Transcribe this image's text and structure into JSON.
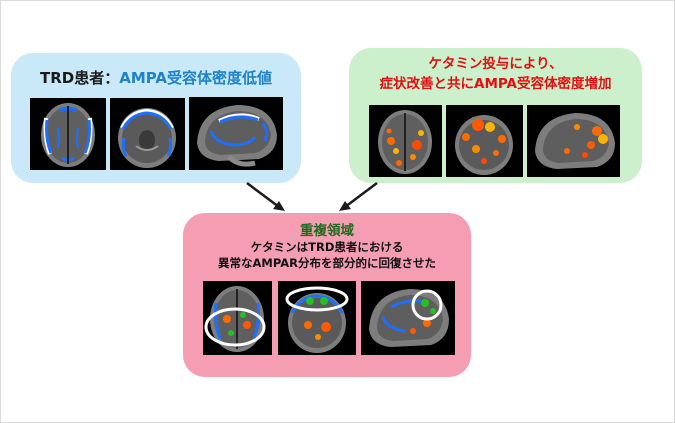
{
  "trd_panel": {
    "title_prefix": "TRD患者：",
    "title_main": "AMPA受容体密度低値",
    "title_color": "#1e82c8",
    "background": "#c9e9f8"
  },
  "ketamine_panel": {
    "title_line1": "ケタミン投与により、",
    "title_line2": "症状改善と共にAMPA受容体密度増加",
    "title_color": "#e01010",
    "background": "#ccf0cc"
  },
  "overlap_panel": {
    "title": "重複領域",
    "body_line1": "ケタミンはTRD患者における",
    "body_line2": "異常なAMPAR分布を部分的に回復させた",
    "title_color": "#1e6b1e",
    "background": "#f59eb3"
  },
  "colors": {
    "low_density": "#1f6fff",
    "increase": "#ff6a00",
    "overlap": "#22c222",
    "highlight_circle": "#ffffff"
  }
}
